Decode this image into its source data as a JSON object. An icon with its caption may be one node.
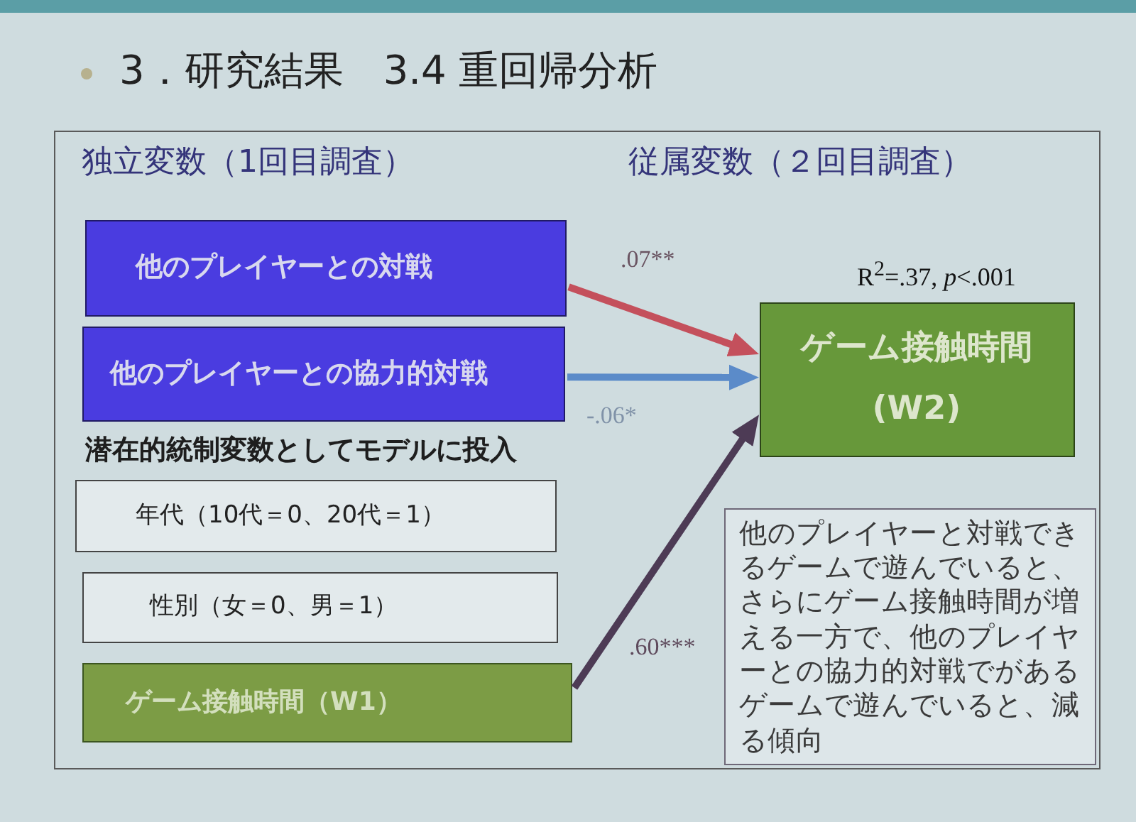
{
  "diagram": {
    "title": "3．研究結果　3.4 重回帰分析",
    "nodes": [
      {
        "text": [
          "独立変数（1回目調査）",
          "従属変数（２回目調査）"
        ]
      },
      {
        "text": [
          "他のプレイヤーとの対戦"
        ],
        "in": 0
      },
      {
        "text": [
          "他のプレイヤーとの協力的対戦"
        ],
        "in": 0
      },
      {
        "text": [
          "ゲーム接触時間(W2)"
        ],
        "beside": [
          "R$^{2}$=.37, *p*<.001"
        ],
        "in": 0
      },
      {
        "text": [
          "年代（10代＝0、20代＝1）"
        ],
        "in": 0
      },
      {
        "text": [
          "性別（女＝0、男＝1）"
        ],
        "in": 0
      },
      {
        "text": [
          "ゲーム接触時間（W1）"
        ],
        "in": 0
      },
      {
        "text": [
          "他のプレイヤーと対戦できるゲームで遊んでいると、さらにゲーム接触時間が増える一方で、他のプレイヤーとの協力的対戦でがあるゲームで遊んでいると、減る傾向"
        ],
        "in": 0
      }
    ],
    "edges": [
      {
        "from": 1,
        "to": 3,
        "arrow": "to",
        "label": ".07**",
        "color": "#c4505c"
      },
      {
        "from": 2,
        "to": 3,
        "arrow": "to",
        "label": "-.06*",
        "color": "#5b8bc9"
      },
      {
        "from": 6,
        "to": 3,
        "arrow": "to",
        "label": ".60***",
        "color": "#4d3b55"
      }
    ],
    "labels": [
      "潜在的統制変数としてモデルに投入"
    ]
  }
}
